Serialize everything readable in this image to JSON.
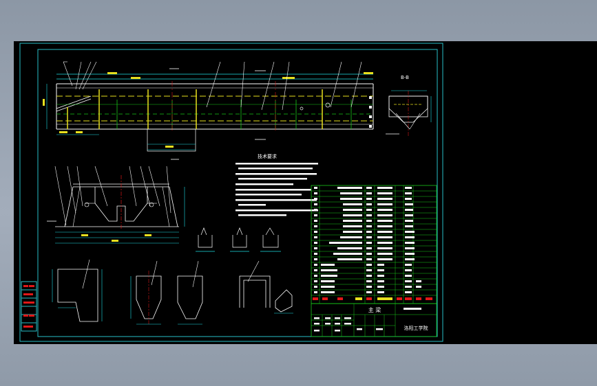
{
  "colors": {
    "background": "#000000",
    "frame": "#29c1c8",
    "geometry": "#ffffff",
    "dimension": "#1ee0e6",
    "hidden_line": "#e8e01e",
    "center_line": "#d81818",
    "green": "#18c818",
    "text": "#ffffff",
    "title_red": "#e01818",
    "yellow_text": "#e8e01e"
  },
  "views": {
    "section_label": "B-B"
  },
  "notes": {
    "title": "技术要求"
  },
  "title_block": {
    "main_label": "主 梁",
    "school": "洛阳工学院"
  }
}
